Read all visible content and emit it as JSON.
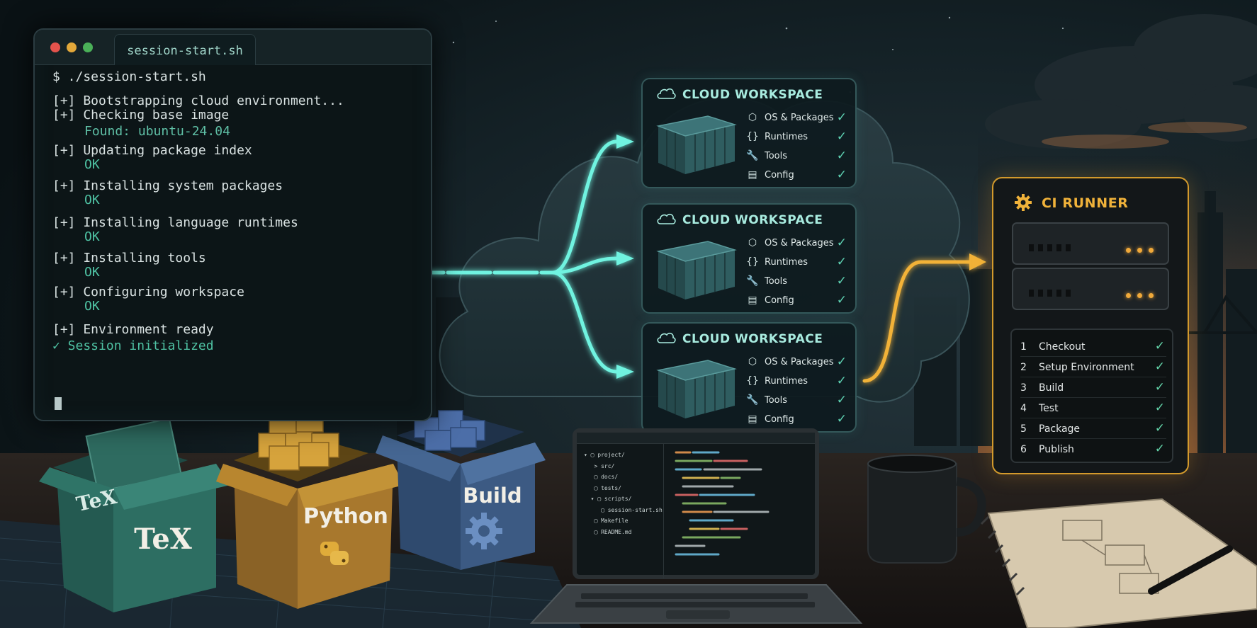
{
  "terminal": {
    "title": "session-start.sh",
    "lines": [
      {
        "text": "$ ./session-start.sh",
        "kind": "cmd"
      },
      {
        "text": "[+] Bootstrapping cloud environment...",
        "kind": "step"
      },
      {
        "text": "[+] Checking base image",
        "kind": "step"
      },
      {
        "text": "Found: ubuntu-24.04",
        "kind": "found"
      },
      {
        "text": "[+] Updating package index",
        "kind": "step"
      },
      {
        "text": "OK",
        "kind": "ok"
      },
      {
        "text": "[+] Installing system packages",
        "kind": "step"
      },
      {
        "text": "OK",
        "kind": "ok"
      },
      {
        "text": "[+] Installing language runtimes",
        "kind": "step"
      },
      {
        "text": "OK",
        "kind": "ok"
      },
      {
        "text": "[+] Installing tools",
        "kind": "step"
      },
      {
        "text": "OK",
        "kind": "ok"
      },
      {
        "text": "[+] Configuring workspace",
        "kind": "step"
      },
      {
        "text": "OK",
        "kind": "ok"
      },
      {
        "text": "[+] Environment ready",
        "kind": "step"
      },
      {
        "text": "✓ Session initialized",
        "kind": "ok"
      }
    ]
  },
  "workspaces": [
    {
      "title": "CLOUD WORKSPACE",
      "items": [
        {
          "icon": "package-icon",
          "glyph": "⬡",
          "label": "OS & Packages",
          "done": true
        },
        {
          "icon": "braces-icon",
          "glyph": "{}",
          "label": "Runtimes",
          "done": true
        },
        {
          "icon": "wrench-icon",
          "glyph": "🔧",
          "label": "Tools",
          "done": true
        },
        {
          "icon": "document-icon",
          "glyph": "▤",
          "label": "Config",
          "done": true
        }
      ]
    },
    {
      "title": "CLOUD WORKSPACE",
      "items": [
        {
          "icon": "package-icon",
          "glyph": "⬡",
          "label": "OS & Packages",
          "done": true
        },
        {
          "icon": "braces-icon",
          "glyph": "{}",
          "label": "Runtimes",
          "done": true
        },
        {
          "icon": "wrench-icon",
          "glyph": "🔧",
          "label": "Tools",
          "done": true
        },
        {
          "icon": "document-icon",
          "glyph": "▤",
          "label": "Config",
          "done": true
        }
      ]
    },
    {
      "title": "CLOUD WORKSPACE",
      "items": [
        {
          "icon": "package-icon",
          "glyph": "⬡",
          "label": "OS & Packages",
          "done": true
        },
        {
          "icon": "braces-icon",
          "glyph": "{}",
          "label": "Runtimes",
          "done": true
        },
        {
          "icon": "wrench-icon",
          "glyph": "🔧",
          "label": "Tools",
          "done": true
        },
        {
          "icon": "document-icon",
          "glyph": "▤",
          "label": "Config",
          "done": true
        }
      ]
    }
  ],
  "ci_runner": {
    "title": "CI RUNNER",
    "steps": [
      {
        "num": "1",
        "label": "Checkout",
        "done": true
      },
      {
        "num": "2",
        "label": "Setup Environment",
        "done": true
      },
      {
        "num": "3",
        "label": "Build",
        "done": true
      },
      {
        "num": "4",
        "label": "Test",
        "done": true
      },
      {
        "num": "5",
        "label": "Package",
        "done": true
      },
      {
        "num": "6",
        "label": "Publish",
        "done": true
      }
    ]
  },
  "boxes": {
    "tex": {
      "label": "TeX",
      "book": "TeX"
    },
    "python": {
      "label": "Python"
    },
    "build": {
      "label": "Build"
    }
  },
  "laptop": {
    "tree": [
      "▾ ▢ project/",
      "   > src/",
      "   ▢ docs/",
      "   ▢ tests/",
      "  ▾ ▢ scripts/",
      "     ▢ session-start.sh",
      "   ▢ Makefile",
      "   ▢ README.md"
    ]
  },
  "colors": {
    "teal_glow": "#6ff3e0",
    "amber_glow": "#f2b238",
    "check_green": "#5fd4b4"
  }
}
